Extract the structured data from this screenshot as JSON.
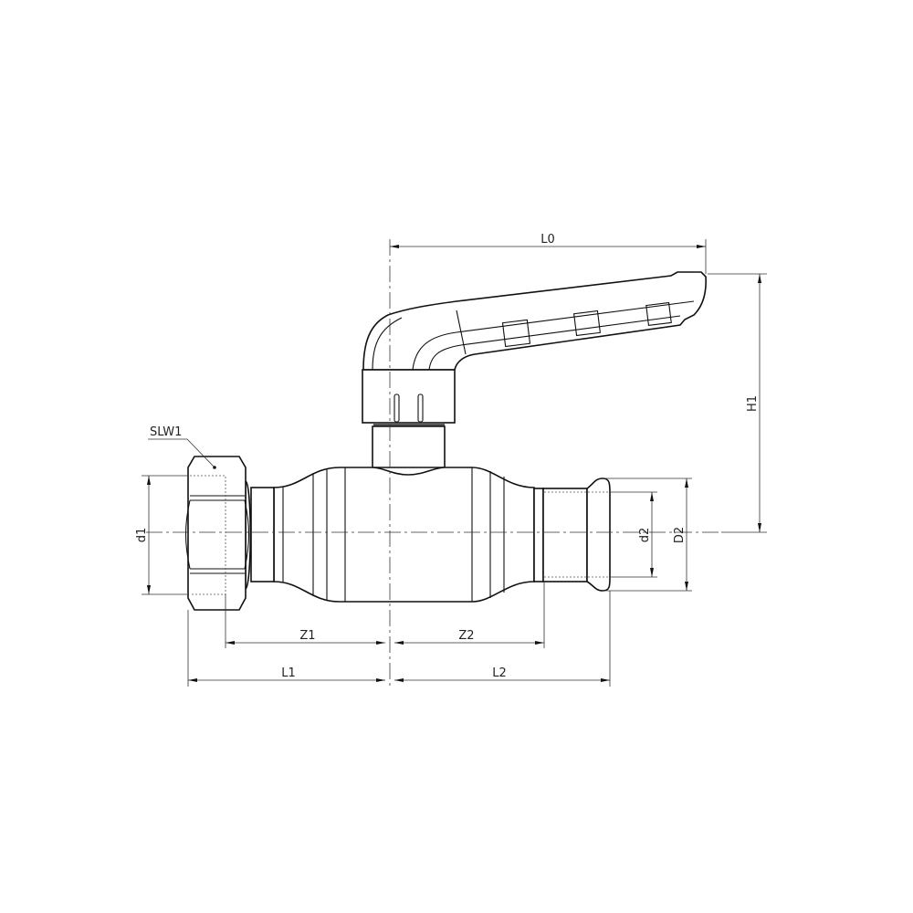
{
  "drawing": {
    "labels": {
      "L0": "L0",
      "H1": "H1",
      "SLW1": "SLW1",
      "d1": "d1",
      "d2": "d2",
      "D2": "D2",
      "Z1": "Z1",
      "Z2": "Z2",
      "L1": "L1",
      "L2": "L2"
    }
  }
}
